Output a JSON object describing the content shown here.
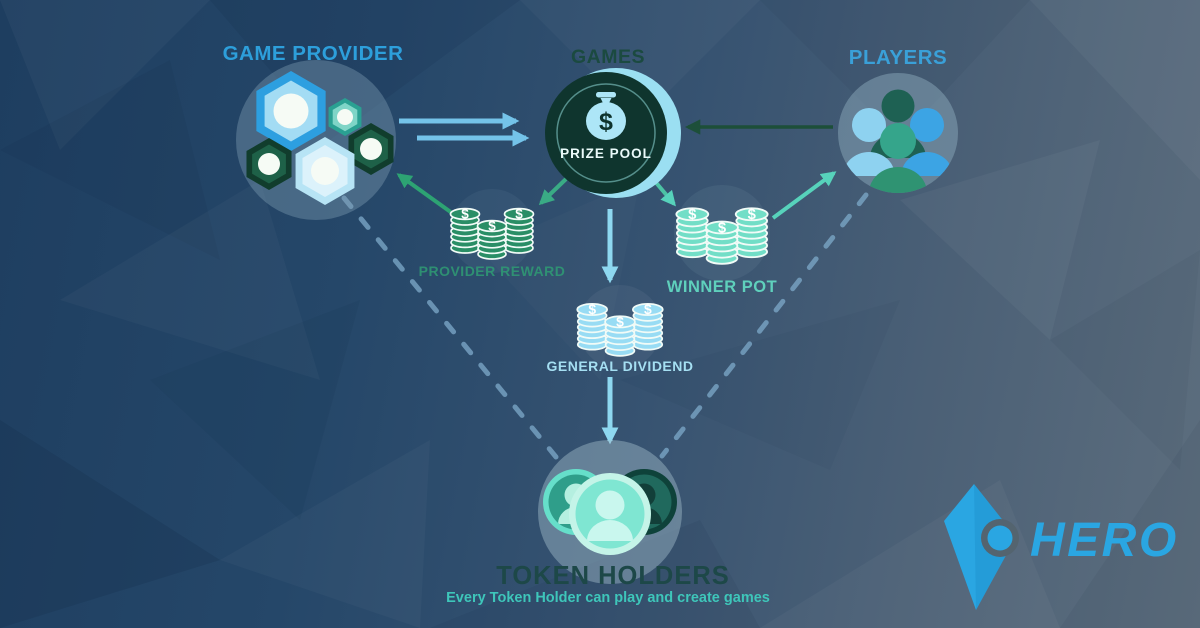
{
  "labels": {
    "game_provider": "GAME PROVIDER",
    "games": "GAMES",
    "players": "PLAYERS",
    "prize_pool": "PRIZE POOL",
    "provider_reward": "PROVIDER REWARD",
    "winner_pot": "WINNER POT",
    "general_dividend": "GENERAL DIVIDEND",
    "token_holders": "TOKEN HOLDERS",
    "token_holders_subtitle": "Every Token Holder can play and create games",
    "brand": "HERO"
  },
  "icons": {
    "coin_symbol": "$",
    "money_bag": "money-bag-icon",
    "hexagons": "game-tile-icons",
    "people_group": "players-group-icon",
    "avatar_coins": "token-holder-avatar-coins",
    "brand_mark": "hero-kite-logo"
  },
  "colors": {
    "label_blue": "#2d9fdb",
    "label_dark_green": "#1b4a40",
    "label_green": "#2f9c74",
    "label_teal": "#5fd0bc",
    "label_light_blue": "#a5dff2",
    "label_token_dark": "#1d4848",
    "subtitle_teal": "#3ec6ba",
    "brand_blue": "#2aa6e2",
    "games_circle": "#0f352e",
    "games_crescent": "#9bdff2",
    "coins_green": "#2a8e66",
    "coins_teal": "#72dec7",
    "coins_light_blue": "#98dcf4",
    "arrow_blue": "#74c3e9",
    "arrow_dark_green": "#1d4f39",
    "arrow_green": "#2da373",
    "arrow_teal": "#57d2bb",
    "arrow_light_blue": "#8ed8f0",
    "dashed_line": "#7ba6c6"
  },
  "flows": [
    {
      "from": "game-provider",
      "to": "games",
      "style": "solid-double-arrow"
    },
    {
      "from": "players",
      "to": "games",
      "style": "solid"
    },
    {
      "from": "games",
      "to": "provider-reward",
      "style": "solid"
    },
    {
      "from": "provider-reward",
      "to": "game-provider",
      "style": "solid"
    },
    {
      "from": "games",
      "to": "winner-pot",
      "style": "solid"
    },
    {
      "from": "winner-pot",
      "to": "players",
      "style": "solid"
    },
    {
      "from": "games",
      "to": "general-dividend",
      "style": "solid"
    },
    {
      "from": "general-dividend",
      "to": "token-holders",
      "style": "solid"
    },
    {
      "from": "game-provider",
      "to": "token-holders",
      "style": "dashed"
    },
    {
      "from": "players",
      "to": "token-holders",
      "style": "dashed"
    }
  ]
}
